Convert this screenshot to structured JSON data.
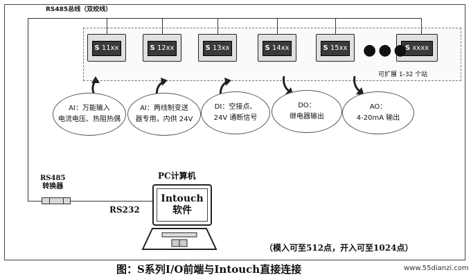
{
  "bus": {
    "label": "RS485总线（双绞线）"
  },
  "modules": [
    "11xx",
    "12xx",
    "13xx",
    "14xx",
    "15xx",
    "xxxx"
  ],
  "module_prefix": "S",
  "ellipsis": "●●●",
  "expand_note": "可扩展 1-32 个站",
  "signals": [
    {
      "lines": [
        "AI：万能输入",
        "电流电压、热阻热偶"
      ]
    },
    {
      "lines": [
        "AI：两线制变送",
        "器专用，内供 24V"
      ]
    },
    {
      "lines": [
        "DI：空接点、",
        "24V 通断信号"
      ]
    },
    {
      "lines": [
        "DO：",
        "继电器输出"
      ]
    },
    {
      "lines": [
        "AO：",
        "4-20mA 输出"
      ]
    }
  ],
  "converter": {
    "line1": "RS485",
    "line2": "转换器"
  },
  "link_label": "RS232",
  "pc": {
    "label": "PC计算机",
    "screen_line1": "Intouch",
    "screen_line2": "软件"
  },
  "range_note": "（模入可至512点，开入可至1024点）",
  "caption": "图：S系列I/O前端与Intouch直接连接",
  "watermark": "www.55dianzi.com"
}
